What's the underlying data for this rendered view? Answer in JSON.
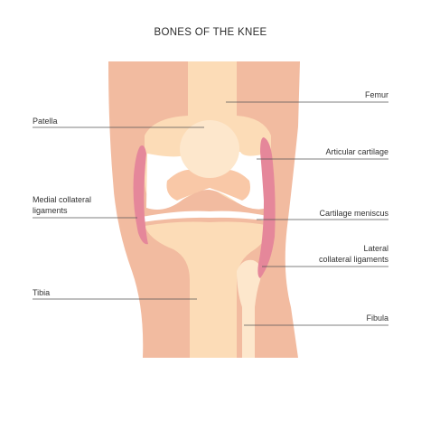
{
  "title": "BONES OF THE KNEE",
  "labels": {
    "femur": "Femur",
    "patella": "Patella",
    "articular_cartilage": "Articular cartilage",
    "medial_collateral_line1": "Medial collateral",
    "medial_collateral_line2": "ligaments",
    "cartilage_meniscus": "Cartilage meniscus",
    "lateral_collateral_line1": "Lateral",
    "lateral_collateral_line2": "collateral ligaments",
    "tibia": "Tibia",
    "fibula": "Fibula"
  },
  "colors": {
    "skin": "#f2bba0",
    "bone": "#fcdcb7",
    "bone_light": "#fde7cc",
    "cartilage": "#ffffff",
    "ligament": "#e5879a",
    "line": "#555555"
  }
}
